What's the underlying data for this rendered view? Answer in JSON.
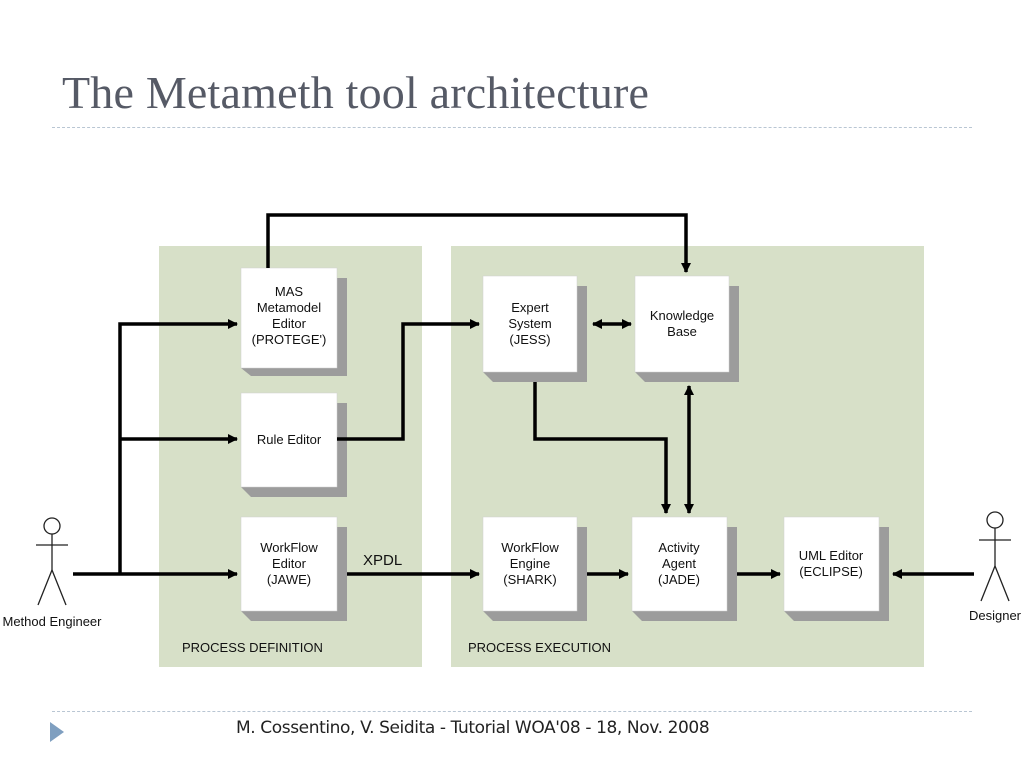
{
  "slide": {
    "title": "The Metameth tool architecture",
    "footer": "M. Cossentino, V. Seidita - Tutorial WOA'08  - 18, Nov. 2008"
  },
  "diagram": {
    "panels": {
      "definition": "PROCESS DEFINITION",
      "execution": "PROCESS EXECUTION"
    },
    "boxes": {
      "mas_editor": [
        "MAS",
        "Metamodel",
        "Editor",
        "(PROTEGE')"
      ],
      "rule_editor": [
        "Rule Editor"
      ],
      "workflow_editor": [
        "WorkFlow",
        "Editor",
        "(JAWE)"
      ],
      "expert_system": [
        "Expert",
        "System",
        "(JESS)"
      ],
      "knowledge_base": [
        "Knowledge",
        "Base"
      ],
      "workflow_engine": [
        "WorkFlow",
        "Engine",
        "(SHARK)"
      ],
      "activity_agent": [
        "Activity",
        "Agent",
        "(JADE)"
      ],
      "uml_editor": [
        "UML Editor",
        "(ECLIPSE)"
      ]
    },
    "actors": {
      "method_engineer": "Method Engineer",
      "designer": "Designer"
    },
    "edge_labels": {
      "xpdl": "XPDL"
    },
    "colors": {
      "panel": "#d7e0c8",
      "box": "#ffffff",
      "box_shadow": "#9c9c9c",
      "arrow": "#000000"
    }
  }
}
